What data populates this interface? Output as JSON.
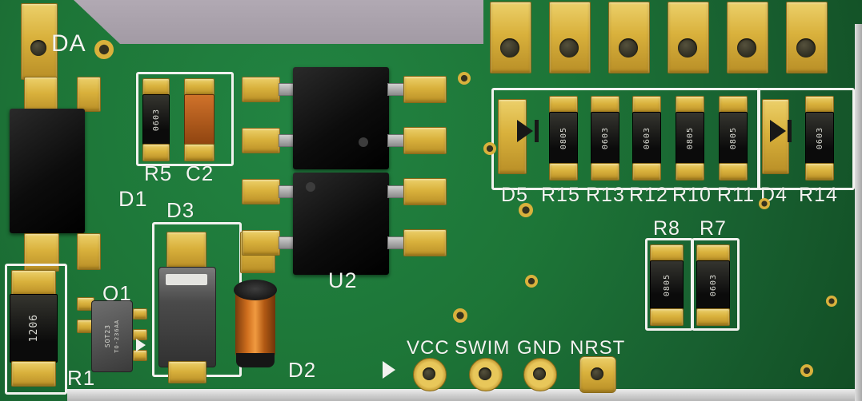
{
  "labels": {
    "da": "DA",
    "d1": "D1",
    "r5": "R5",
    "c2": "C2",
    "d3": "D3",
    "q1": "Q1",
    "r1": "R1",
    "u2": "U2",
    "d2": "D2",
    "r8": "R8",
    "r7": "R7",
    "vcc": "VCC",
    "swim": "SWIM",
    "gnd": "GND",
    "nrst": "NRST"
  },
  "row": {
    "labels": [
      "D5",
      "R15",
      "R13",
      "R12",
      "R10",
      "R11",
      "D4",
      "R14"
    ],
    "chip_markings": [
      "0805",
      "0603",
      "0603",
      "0805",
      "0805"
    ],
    "r14_marking": "0603"
  },
  "markings": {
    "r1": "1206",
    "r5": "0603",
    "r8": "0805",
    "r7": "0603",
    "q1_line1": "SOT23",
    "q1_line2": "TO-236AA"
  },
  "colors": {
    "board_green": "#1d7537",
    "pad_gold": "#d9b13c",
    "silkscreen": "#f2f2ef",
    "background_gray": "#a9a1ab",
    "capacitor_orange": "#d0722a",
    "component_black": "#141414"
  }
}
